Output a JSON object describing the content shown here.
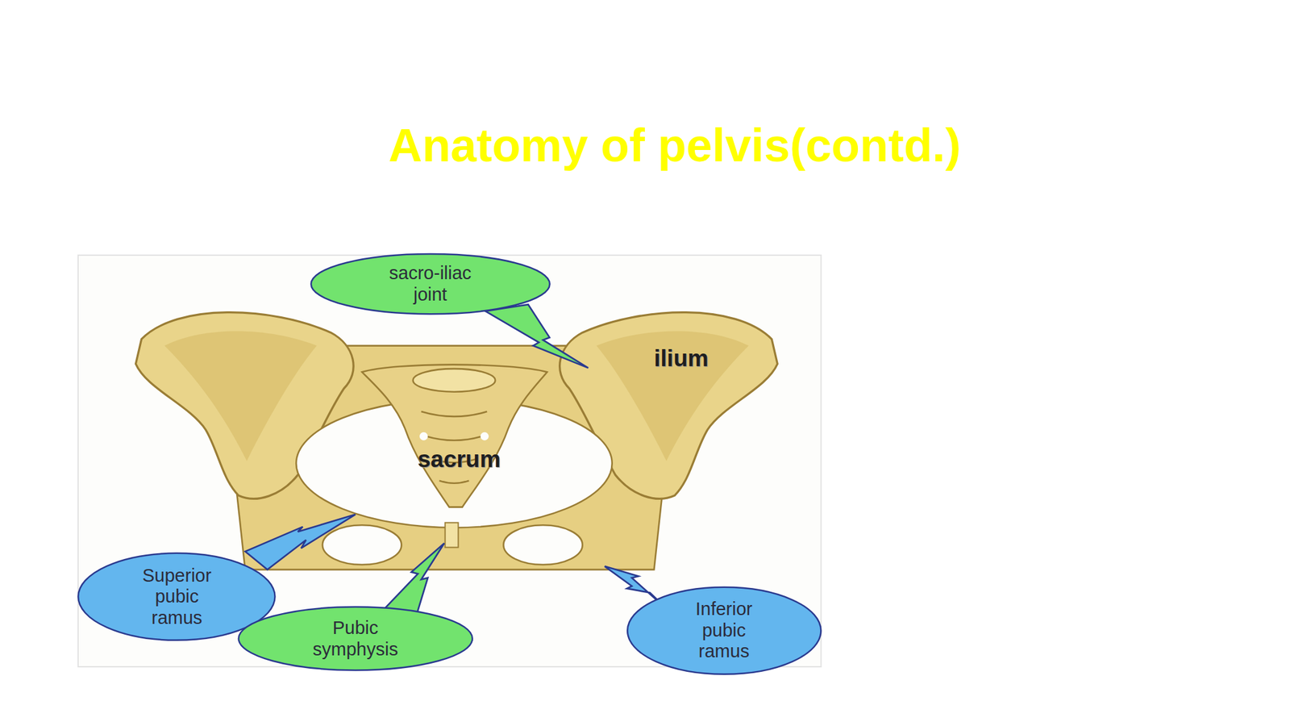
{
  "diagram": {
    "title": "Anatomy of pelvis(contd.)",
    "nodes": [
      {
        "text": [
          "sacro-iliac joint"
        ]
      },
      {
        "text": [
          "Superior pubic ramus"
        ]
      },
      {
        "text": [
          "Pubic symphysis"
        ]
      },
      {
        "text": [
          "Inferior pubic ramus"
        ]
      }
    ],
    "labels": [
      "ilium",
      "sacrum"
    ]
  }
}
